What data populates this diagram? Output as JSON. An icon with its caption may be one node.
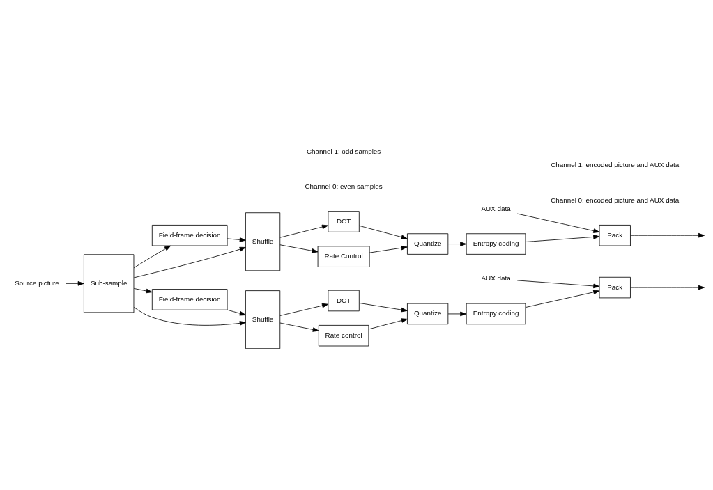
{
  "diagram": {
    "nodes": [
      {
        "text": [
          "Sub-sample"
        ]
      },
      {
        "text": [
          "Field-frame decision"
        ]
      },
      {
        "text": [
          "Shuffle"
        ]
      },
      {
        "text": [
          "DCT"
        ]
      },
      {
        "text": [
          "Quantize"
        ]
      },
      {
        "text": [
          "Entropy coding"
        ]
      },
      {
        "text": [
          "Pack"
        ]
      },
      {
        "text": [
          "Rate Control"
        ]
      },
      {
        "text": [
          "AUX data"
        ]
      },
      {
        "text": [
          "Source picture"
        ]
      },
      {
        "text": [
          "Field-frame decision"
        ]
      },
      {
        "text": [
          "Shuffle"
        ]
      },
      {
        "text": [
          "DCT"
        ]
      },
      {
        "text": [
          "Quantize"
        ]
      },
      {
        "text": [
          "Entropy coding"
        ]
      },
      {
        "text": [
          "Pack"
        ]
      },
      {
        "text": [
          "Rate control"
        ]
      },
      {
        "text": [
          "AUX data"
        ]
      }
    ],
    "edges": [
      {
        "from": 9,
        "to": 0,
        "arrow": "to"
      },
      {
        "from": 0,
        "to": 1,
        "arrow": "to"
      },
      {
        "from": 0,
        "to": 2,
        "arrow": "to"
      },
      {
        "from": 1,
        "to": 2,
        "arrow": "to"
      },
      {
        "from": 2,
        "to": 3,
        "arrow": "to"
      },
      {
        "from": 2,
        "to": 7,
        "arrow": "to"
      },
      {
        "from": 3,
        "to": 4,
        "arrow": "to"
      },
      {
        "from": 7,
        "to": 4,
        "arrow": "to"
      },
      {
        "from": 4,
        "to": 5,
        "arrow": "to"
      },
      {
        "from": 5,
        "to": 6,
        "arrow": "to"
      },
      {
        "from": 8,
        "to": 6,
        "arrow": "to"
      },
      {
        "from": 6,
        "to": null,
        "arrow": "to"
      },
      {
        "from": 0,
        "to": 10,
        "arrow": "to"
      },
      {
        "from": 0,
        "to": 11,
        "arrow": "to"
      },
      {
        "from": 10,
        "to": 11,
        "arrow": "to"
      },
      {
        "from": 11,
        "to": 12,
        "arrow": "to"
      },
      {
        "from": 11,
        "to": 16,
        "arrow": "to"
      },
      {
        "from": 12,
        "to": 13,
        "arrow": "to"
      },
      {
        "from": 16,
        "to": 13,
        "arrow": "to"
      },
      {
        "from": 13,
        "to": 14,
        "arrow": "to"
      },
      {
        "from": 14,
        "to": 15,
        "arrow": "to"
      },
      {
        "from": 17,
        "to": 15,
        "arrow": "to"
      },
      {
        "from": 15,
        "to": null,
        "arrow": "to"
      }
    ],
    "labels": [
      "Channel 0: even samples",
      "Channel 0: encoded picture and AUX data",
      "Channel 1: encoded picture and AUX data",
      "Channel 1: odd samples"
    ]
  }
}
